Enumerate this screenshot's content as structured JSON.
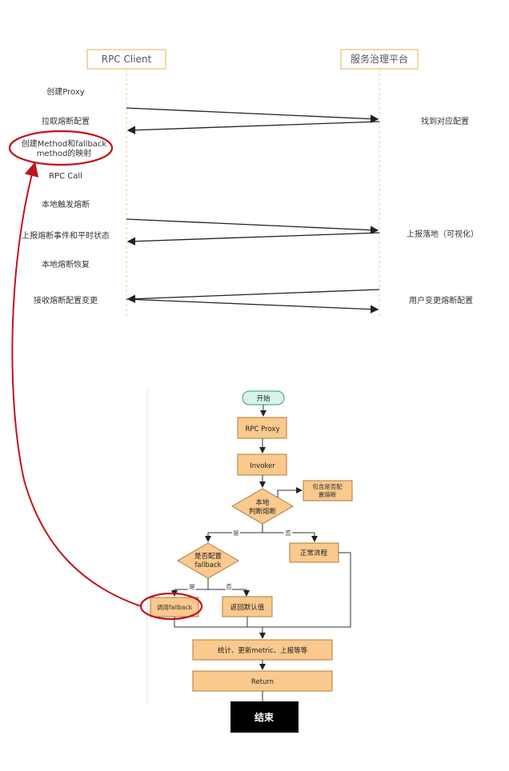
{
  "sequence": {
    "participants": {
      "client": "RPC Client",
      "server": "服务治理平台"
    },
    "steps": [
      "创建Proxy",
      "拉取熔断配置",
      "创建Method和fallback",
      "method的映射",
      "RPC Call",
      "本地触发熔断",
      "上报熔断事件和平时状态",
      "本地熔断恢复",
      "接收熔断配置变更"
    ],
    "server_notes": [
      "找到对应配置",
      "上报落地（可视化）",
      "用户变更熔断配置"
    ]
  },
  "flowchart": {
    "start": "开始",
    "rpc_proxy": "RPC Proxy",
    "invoker": "Invoker",
    "local_check_line1": "本地",
    "local_check_line2": "判断熔断",
    "contains_line1": "包含是否配",
    "contains_line2": "置熔断",
    "yes1": "是",
    "no1": "否",
    "normal_flow": "正常流程",
    "fallback_check_line1": "是否配置",
    "fallback_check_line2": "fallback",
    "yes2": "是",
    "no2": "否",
    "call_fallback": "调用fallback",
    "return_default": "返回默认值",
    "stats": "统计、更新metric、上报等等",
    "return": "Return",
    "end": "结束"
  },
  "colors": {
    "box_fill": "#f9c98d",
    "box_stroke": "#b07a3a",
    "start_fill": "#d6f5e6",
    "start_stroke": "#3a9a70",
    "header_stroke": "#f0c890",
    "highlight": "#c0141c",
    "end_fill": "#000000"
  }
}
